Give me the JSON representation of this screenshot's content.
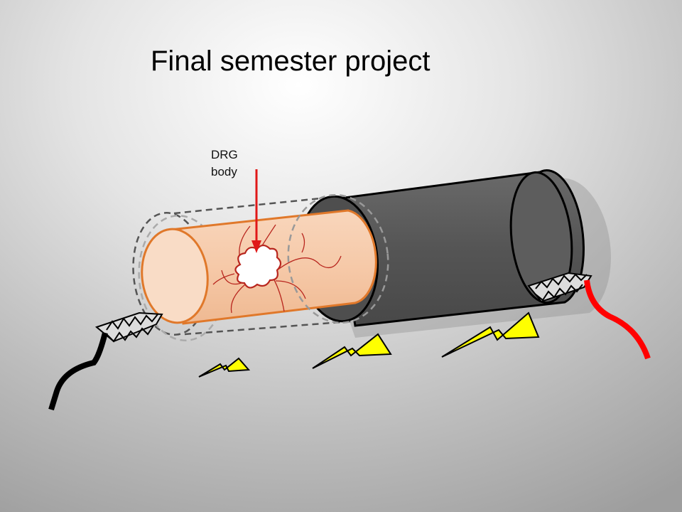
{
  "slide": {
    "title": "Final semester project",
    "label_line1": "DRG",
    "label_line2": "body"
  },
  "colors": {
    "tissue_fill": "#f6c9a8",
    "tissue_outline": "#e0782a",
    "electrode_body": "#5a5a5a",
    "arrow": "#e01818",
    "lead_positive": "#ff0000",
    "lead_negative": "#000000",
    "spark": "#ffff00"
  }
}
